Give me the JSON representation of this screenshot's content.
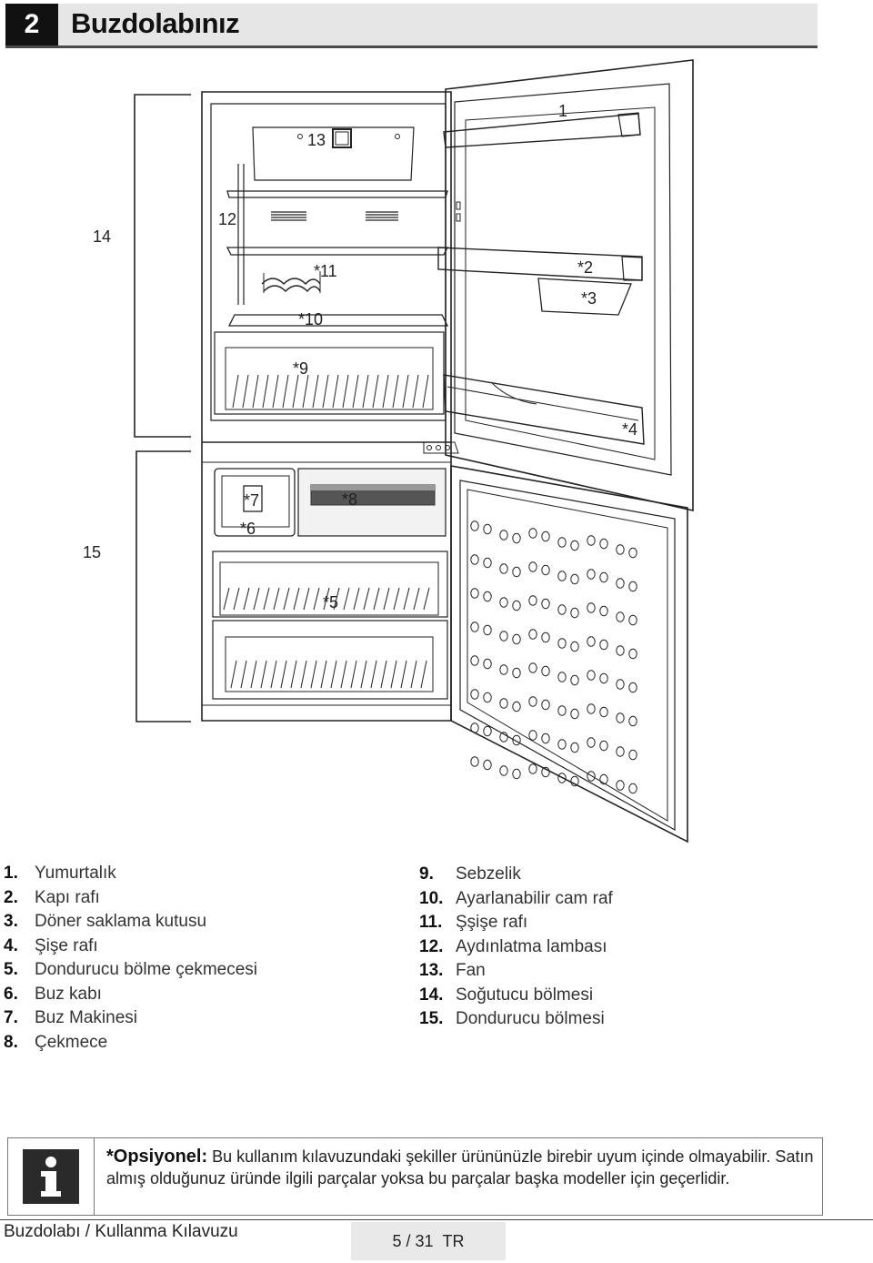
{
  "section": {
    "number": "2",
    "title": "Buzdolabınız"
  },
  "diagram_labels": {
    "l1": "1",
    "l2": "*2",
    "l3": "*3",
    "l4": "*4",
    "l5": "*5",
    "l6": "*6",
    "l7": "*7",
    "l8": "*8",
    "l9": "*9",
    "l10": "*10",
    "l11": "*11",
    "l12": "12",
    "l13": "13",
    "l14": "14",
    "l15": "15"
  },
  "legend_left": [
    {
      "num": "1.",
      "text": "Yumurtalık"
    },
    {
      "num": "2.",
      "text": "Kapı rafı"
    },
    {
      "num": "3.",
      "text": "Döner saklama kutusu"
    },
    {
      "num": "4.",
      "text": "Şişe rafı"
    },
    {
      "num": "5.",
      "text": "Dondurucu bölme çekmecesi"
    },
    {
      "num": "6.",
      "text": "Buz kabı"
    },
    {
      "num": "7.",
      "text": "Buz Makinesi"
    },
    {
      "num": "8.",
      "text": "Çekmece"
    }
  ],
  "legend_right": [
    {
      "num": "9.",
      "text": "Sebzelik"
    },
    {
      "num": "10.",
      "text": "Ayarlanabilir cam raf"
    },
    {
      "num": "11.",
      "text": "Şşişe rafı"
    },
    {
      "num": "12.",
      "text": "Aydınlatma lambası"
    },
    {
      "num": "13.",
      "text": "Fan"
    },
    {
      "num": "14.",
      "text": "Soğutucu bölmesi"
    },
    {
      "num": "15.",
      "text": "Dondurucu bölmesi"
    }
  ],
  "note": {
    "icon": "info-icon",
    "bold": "*Opsiyonel:",
    "text": " Bu kullanım kılavuzundaki şekiller ürününüzle birebir uyum içinde olmayabilir. Satın almış olduğunuz üründe ilgili parçalar yoksa bu parçalar başka modeller için geçerlidir."
  },
  "footer": {
    "left": "Buzdolabı / Kullanma Kılavuzu",
    "page": "5 / 31",
    "lang": "TR"
  }
}
